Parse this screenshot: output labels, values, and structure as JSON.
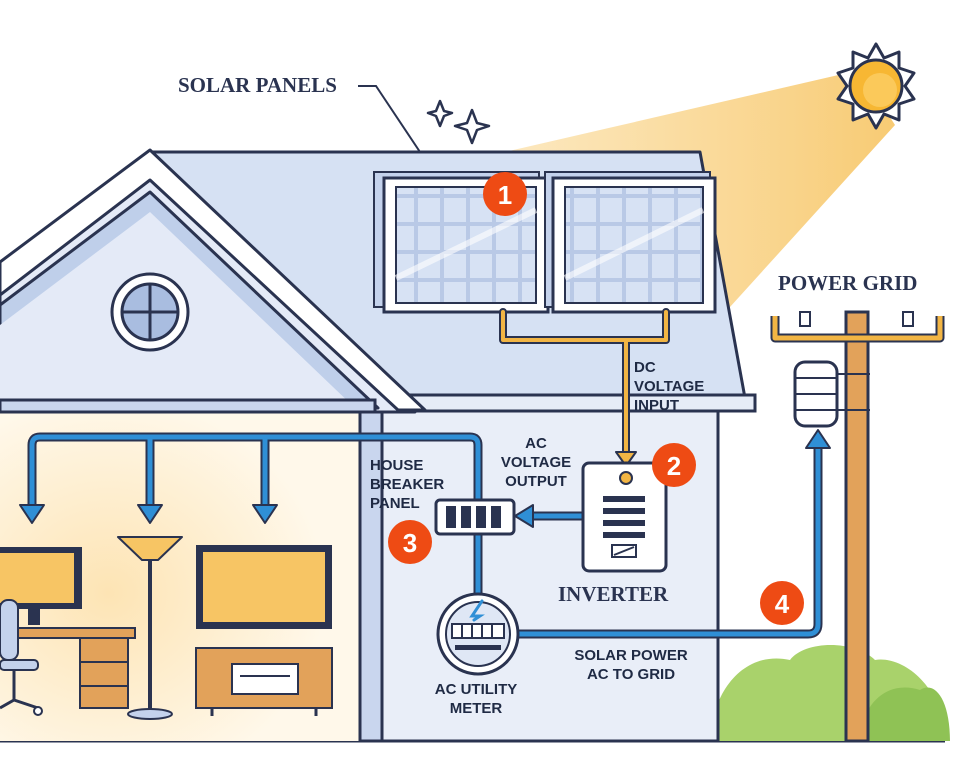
{
  "labels": {
    "solar_panels": "SOLAR PANELS",
    "power_grid": "POWER GRID",
    "dc_line1": "DC",
    "dc_line2": "VOLTAGE",
    "dc_line3": "INPUT",
    "ac_line1": "AC",
    "ac_line2": "VOLTAGE",
    "ac_line3": "OUTPUT",
    "breaker_line1": "HOUSE",
    "breaker_line2": "BREAKER",
    "breaker_line3": "PANEL",
    "inverter": "INVERTER",
    "meter_line1": "AC UTILITY",
    "meter_line2": "METER",
    "grid_line1": "SOLAR POWER",
    "grid_line2": "AC TO GRID"
  },
  "steps": [
    "1",
    "2",
    "3",
    "4"
  ],
  "colors": {
    "outline": "#2a3350",
    "roof": "#c9d6ee",
    "wall": "#e9eef8",
    "flow_blue": "#2f8fd6",
    "dc_wire": "#f2b544",
    "badge": "#ee4b14",
    "sun": "#f7b733",
    "sunbeam": "#f9d48c"
  }
}
